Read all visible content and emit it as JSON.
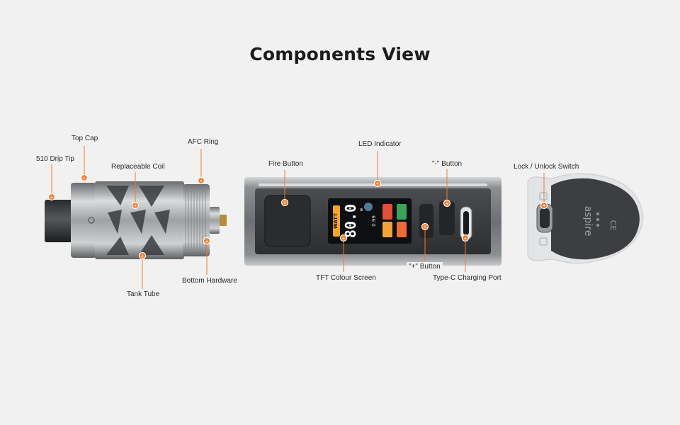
{
  "title": "Components View",
  "accent_color": "#f07a2a",
  "callouts": {
    "drip_tip": "510 Drip Tip",
    "top_cap": "Top Cap",
    "replaceable_coil": "Replaceable Coil",
    "afc_ring": "AFC Ring",
    "bottom_hardware": "Bottom Hardware",
    "tank_tube": "Tank Tube",
    "led_indicator": "LED Indicator",
    "fire_button": "Fire Button",
    "minus_button": "\"-\" Button",
    "plus_button": "\"+\" Button",
    "tft_screen": "TFT Colour Screen",
    "type_c_port": "Type-C Charging Port",
    "lock_switch": "Lock / Unlock Switch"
  },
  "screen": {
    "mode": "WATT",
    "wattage": "80.0",
    "unit": "w",
    "resistance": "0.99"
  },
  "branding": {
    "logo_text": "aspire",
    "ce_mark": "CE"
  }
}
